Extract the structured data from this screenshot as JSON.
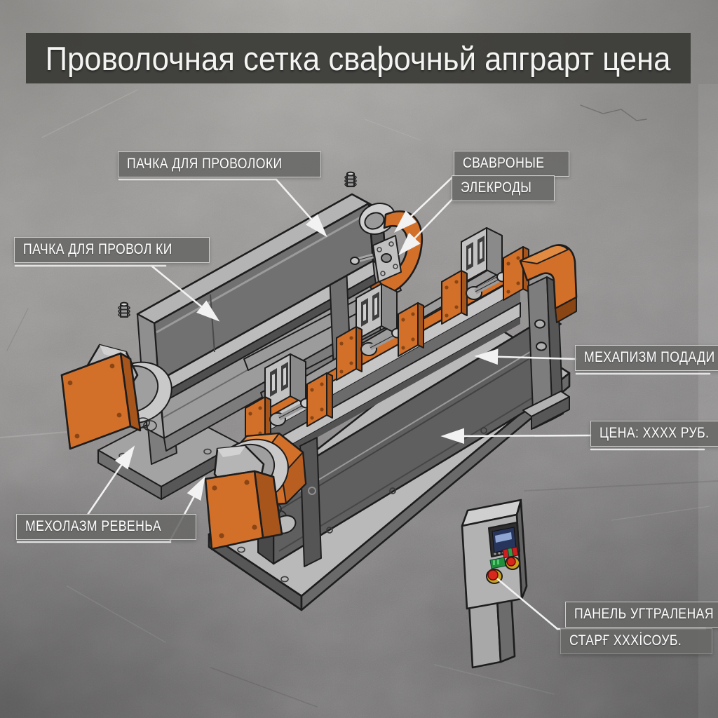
{
  "title": "Проволочная сетка сваþочньй апграрт цена",
  "callouts": {
    "wire_rack_top": {
      "label": "ПАЧКА ДЛЯ ПРОВОЛОКИ"
    },
    "welding_electrodes": {
      "line1": "СВАВРОНЫЕ",
      "line2": "ЭЛЕКРОДЫ"
    },
    "wire_rack_left": {
      "label": "ПАЧКА ДЛЯ ПРОВОЛ КИ"
    },
    "feed_mechanism": {
      "label": "МЕХАПИЗМ ПОДАДИ"
    },
    "price": {
      "label": "ЦЕНА: XXXX РУБ."
    },
    "drive_mechanism": {
      "label": "МЕХОЛАЗМ РЕВЕНЬА"
    },
    "control_panel": {
      "line1": "ПАНЕЛЬ УГТРАЛЕНАЯ",
      "line2": "СТАРҒ XXXİСОУБ."
    }
  },
  "colors": {
    "accent_orange": "#d2702a",
    "accent_orange_dark": "#a8551c",
    "accent_orange_light": "#e08a42",
    "machine_gray_light": "#c4c4c4",
    "machine_gray_mid": "#8f8f8f",
    "machine_gray_dark": "#5f5f5f",
    "banner_bg": "#3a3a37",
    "label_bg": "#686867",
    "leader_line": "#f2f2f2",
    "led_green": "#2a9e45",
    "led_red": "#cc2020",
    "button_red": "#d8281c",
    "button_ring_yellow": "#caa21e",
    "screen_navy": "#27355c",
    "screen_line_blue": "#8fa7d2"
  }
}
